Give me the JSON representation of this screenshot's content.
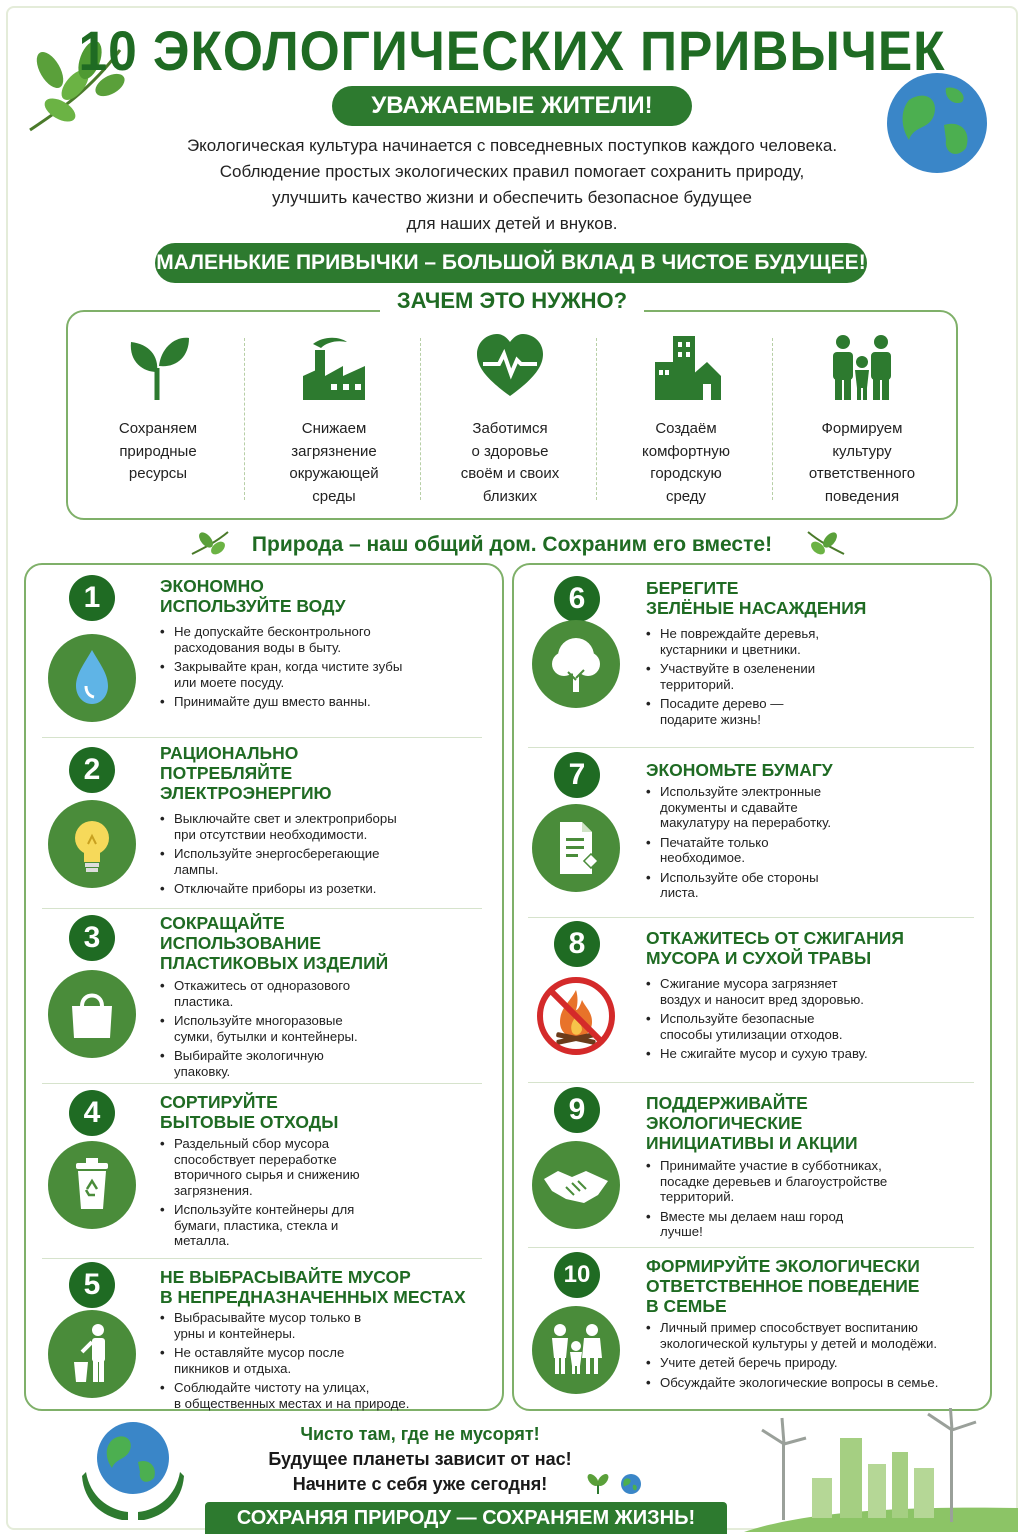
{
  "title": "10 ЭКОЛОГИЧЕСКИХ ПРИВЫЧЕК",
  "subtitle": "УВАЖАЕМЫЕ ЖИТЕЛИ!",
  "intro": [
    "Экологическая культура начинается с повседневных поступков каждого человека.",
    "Соблюдение простых экологических правил помогает сохранить природу,",
    "улучшить качество жизни и обеспечить безопасное будущее",
    "для наших детей и внуков."
  ],
  "slogan": "МАЛЕНЬКИЕ ПРИВЫЧКИ – БОЛЬШОЙ ВКЛАД В ЧИСТОЕ БУДУЩЕЕ!",
  "why": {
    "title": "ЗАЧЕМ ЭТО НУЖНО?",
    "items": [
      {
        "icon": "sprout-icon",
        "label": [
          "Сохраняем",
          "природные",
          "ресурсы"
        ]
      },
      {
        "icon": "factory-icon",
        "label": [
          "Снижаем",
          "загрязнение",
          "окружающей",
          "среды"
        ]
      },
      {
        "icon": "heart-pulse-icon",
        "label": [
          "Заботимся",
          "о здоровье",
          "своём и своих",
          "близких"
        ]
      },
      {
        "icon": "city-buildings-icon",
        "label": [
          "Создаём",
          "комфортную",
          "городскую",
          "среду"
        ]
      },
      {
        "icon": "family-icon",
        "label": [
          "Формируем",
          "культуру",
          "ответственного",
          "поведения"
        ]
      }
    ]
  },
  "nature_line": "Природа – наш общий дом. Сохраним его вместе!",
  "habits": [
    {
      "num": "1",
      "icon": "water-drop-icon",
      "title": [
        "ЭКОНОМНО",
        "ИСПОЛЬЗУЙТЕ ВОДУ"
      ],
      "points": [
        [
          "Не допускайте бесконтрольного",
          "расходования воды в быту."
        ],
        [
          "Закрывайте кран, когда чистите зубы",
          "или моете посуду."
        ],
        [
          "Принимайте душ вместо ванны."
        ]
      ]
    },
    {
      "num": "2",
      "icon": "light-bulb-icon",
      "title": [
        "РАЦИОНАЛЬНО",
        "ПОТРЕБЛЯЙТЕ",
        "ЭЛЕКТРОЭНЕРГИЮ"
      ],
      "points": [
        [
          "Выключайте свет и электроприборы",
          "при отсутствии необходимости."
        ],
        [
          "Используйте энергосберегающие",
          "лампы."
        ],
        [
          "Отключайте приборы из розетки."
        ]
      ]
    },
    {
      "num": "3",
      "icon": "shopping-bag-icon",
      "title": [
        "СОКРАЩАЙТЕ",
        "ИСПОЛЬЗОВАНИЕ",
        "ПЛАСТИКОВЫХ ИЗДЕЛИЙ"
      ],
      "points": [
        [
          "Откажитесь от одноразового",
          "пластика."
        ],
        [
          "Используйте многоразовые",
          "сумки, бутылки и контейнеры."
        ],
        [
          "Выбирайте экологичную",
          "упаковку."
        ]
      ]
    },
    {
      "num": "4",
      "icon": "recycle-bin-icon",
      "title": [
        "СОРТИРУЙТЕ",
        "БЫТОВЫЕ ОТХОДЫ"
      ],
      "points": [
        [
          "Раздельный сбор мусора",
          "способствует переработке",
          "вторичного сырья и снижению",
          "загрязнения."
        ],
        [
          "Используйте контейнеры для",
          "бумаги, пластика, стекла и",
          "металла."
        ]
      ]
    },
    {
      "num": "5",
      "icon": "person-trash-icon",
      "title": [
        "НЕ ВЫБРАСЫВАЙТЕ МУСОР",
        "В НЕПРЕДНАЗНАЧЕННЫХ МЕСТАХ"
      ],
      "points": [
        [
          "Выбрасывайте мусор только в",
          "урны и контейнеры."
        ],
        [
          "Не оставляйте мусор после",
          "пикников и отдыха."
        ],
        [
          "Соблюдайте чистоту на улицах,",
          "в общественных местах и на природе."
        ]
      ]
    },
    {
      "num": "6",
      "icon": "tree-icon",
      "title": [
        "БЕРЕГИТЕ",
        "ЗЕЛЁНЫЕ НАСАЖДЕНИЯ"
      ],
      "points": [
        [
          "Не повреждайте деревья,",
          "кустарники и цветники."
        ],
        [
          "Участвуйте в озеленении",
          "территорий."
        ],
        [
          "Посадите дерево —",
          "подарите жизнь!"
        ]
      ]
    },
    {
      "num": "7",
      "icon": "document-icon",
      "title": [
        "ЭКОНОМЬТЕ БУМАГУ"
      ],
      "points": [
        [
          "Используйте электронные",
          "документы и сдавайте",
          "макулатуру на переработку."
        ],
        [
          "Печатайте только",
          "необходимое."
        ],
        [
          "Используйте обе стороны",
          "листа."
        ]
      ]
    },
    {
      "num": "8",
      "icon": "no-fire-icon",
      "title": [
        "ОТКАЖИТЕСЬ ОТ СЖИГАНИЯ",
        "МУСОРА И СУХОЙ ТРАВЫ"
      ],
      "points": [
        [
          "Сжигание мусора загрязняет",
          "воздух и наносит вред здоровью."
        ],
        [
          "Используйте безопасные",
          "способы утилизации отходов."
        ],
        [
          "Не сжигайте мусор и сухую траву."
        ]
      ]
    },
    {
      "num": "9",
      "icon": "handshake-icon",
      "title": [
        "ПОДДЕРЖИВАЙТЕ",
        "ЭКОЛОГИЧЕСКИЕ",
        "ИНИЦИАТИВЫ И АКЦИИ"
      ],
      "points": [
        [
          "Принимайте участие в субботниках,",
          "посадке деревьев и благоустройстве",
          "территорий."
        ],
        [
          "Вместе мы делаем наш город",
          "лучше!"
        ]
      ]
    },
    {
      "num": "10",
      "icon": "family-icon",
      "title": [
        "ФОРМИРУЙТЕ ЭКОЛОГИЧЕСКИ",
        "ОТВЕТСТВЕННОЕ ПОВЕДЕНИЕ",
        "В СЕМЬЕ"
      ],
      "points": [
        [
          "Личный пример способствует воспитанию",
          "экологической культуры у детей и молодёжи."
        ],
        [
          "Учите детей беречь природу."
        ],
        [
          "Обсуждайте экологические вопросы в семье."
        ]
      ]
    }
  ],
  "footer": {
    "lines": [
      "Чисто там, где не мусорят!",
      "Будущее планеты зависит от нас!",
      "Начните с себя уже сегодня!"
    ],
    "motto": "СОХРАНЯЯ ПРИРОДУ — СОХРАНЯЕМ ЖИЗНЬ!"
  },
  "colors": {
    "dark_green": "#1f6b23",
    "mid_green": "#2d7a2f",
    "icon_green": "#4a8c3a",
    "border_green": "#7fb069"
  }
}
